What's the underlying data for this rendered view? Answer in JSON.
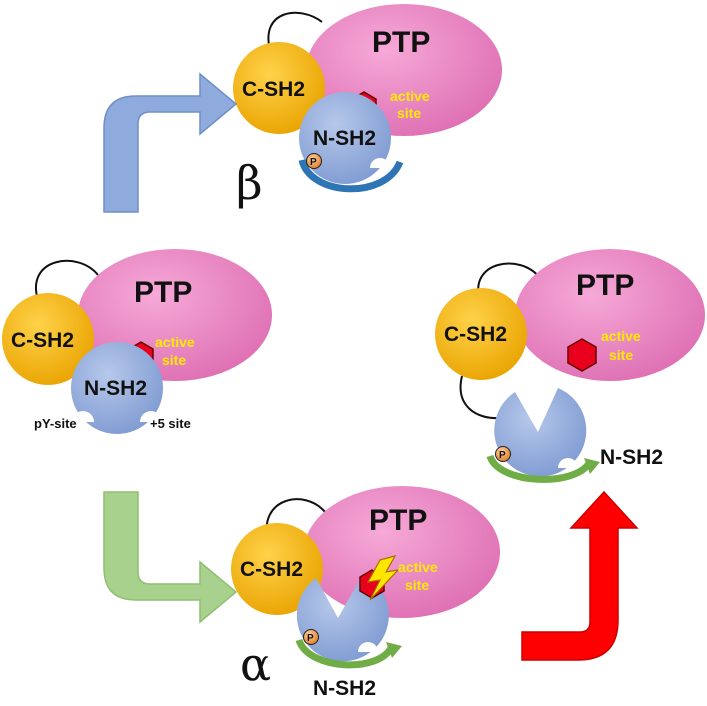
{
  "labels": {
    "ptp": "PTP",
    "c_sh2": "C-SH2",
    "n_sh2": "N-SH2",
    "active": "active",
    "site": "site",
    "py_site": "pY-site",
    "plus5_site": "+5 site",
    "phospho": "P",
    "beta": "β",
    "alpha": "α"
  },
  "colors": {
    "ptp": "#e77fbf",
    "c_sh2": "#f4b400",
    "n_sh2": "#8faadc",
    "active_site": "#e8001c",
    "label_active": "#ffea00",
    "arrow_blue": "#8faadc",
    "arrow_green": "#a9d18e",
    "arrow_red": "#ff0000",
    "ring_blue": "#2e75b6",
    "ring_green": "#70ad47",
    "phospho": "#f4a460"
  },
  "states": [
    {
      "id": "inactive",
      "n_sh2_shape": "closed-ball"
    },
    {
      "id": "beta",
      "n_sh2_shape": "closed-ball",
      "ring": "blue",
      "greek": "β"
    },
    {
      "id": "alpha",
      "n_sh2_shape": "open-pacman",
      "ring": "green",
      "greek": "α",
      "lightning": true
    },
    {
      "id": "open",
      "n_sh2_shape": "open-pacman",
      "ring": "green"
    }
  ]
}
